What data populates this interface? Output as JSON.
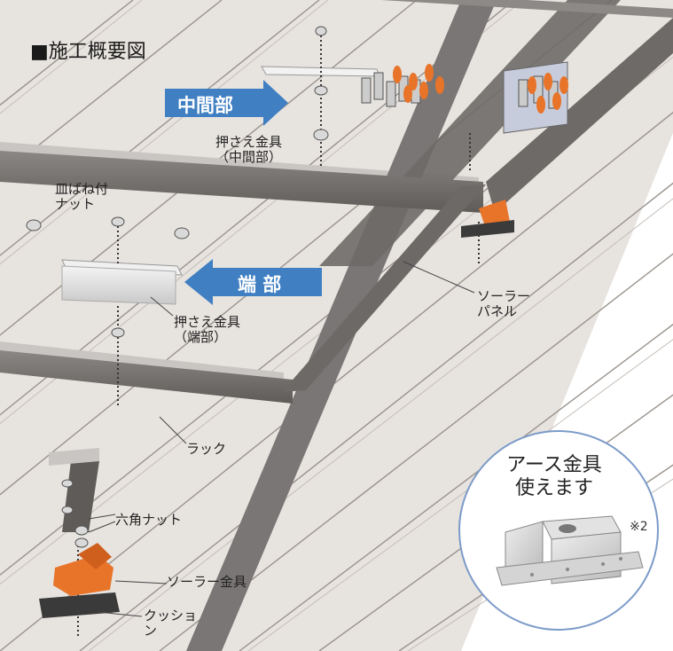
{
  "title": "■施工概要図",
  "arrows": {
    "middle": "中間部",
    "end": "端 部"
  },
  "labels": {
    "clamp_middle": [
      "押さえ金具",
      "（中間部）"
    ],
    "clamp_end": [
      "押さえ金具",
      "（端部）"
    ],
    "dish_spring_nut": [
      "皿ばね付",
      "ナット"
    ],
    "solar_panel": [
      "ソーラー",
      "パネル"
    ],
    "rack": "ラック",
    "hex_nut": "六角ナット",
    "solar_bracket": "ソーラー金具",
    "cushion": [
      "クッショ",
      "ン"
    ]
  },
  "callout": {
    "title_lines": [
      "アース金具",
      "使えます"
    ],
    "note": "※2"
  },
  "colors": {
    "roof": "#e7e3df",
    "rib_line": "#9a938d",
    "frame": "#7b7775",
    "frame_dark": "#5e5a58",
    "arrow_blue": "#3f7fc2",
    "bracket_orange": "#e8742a",
    "callout_border": "#7c9bc9"
  }
}
